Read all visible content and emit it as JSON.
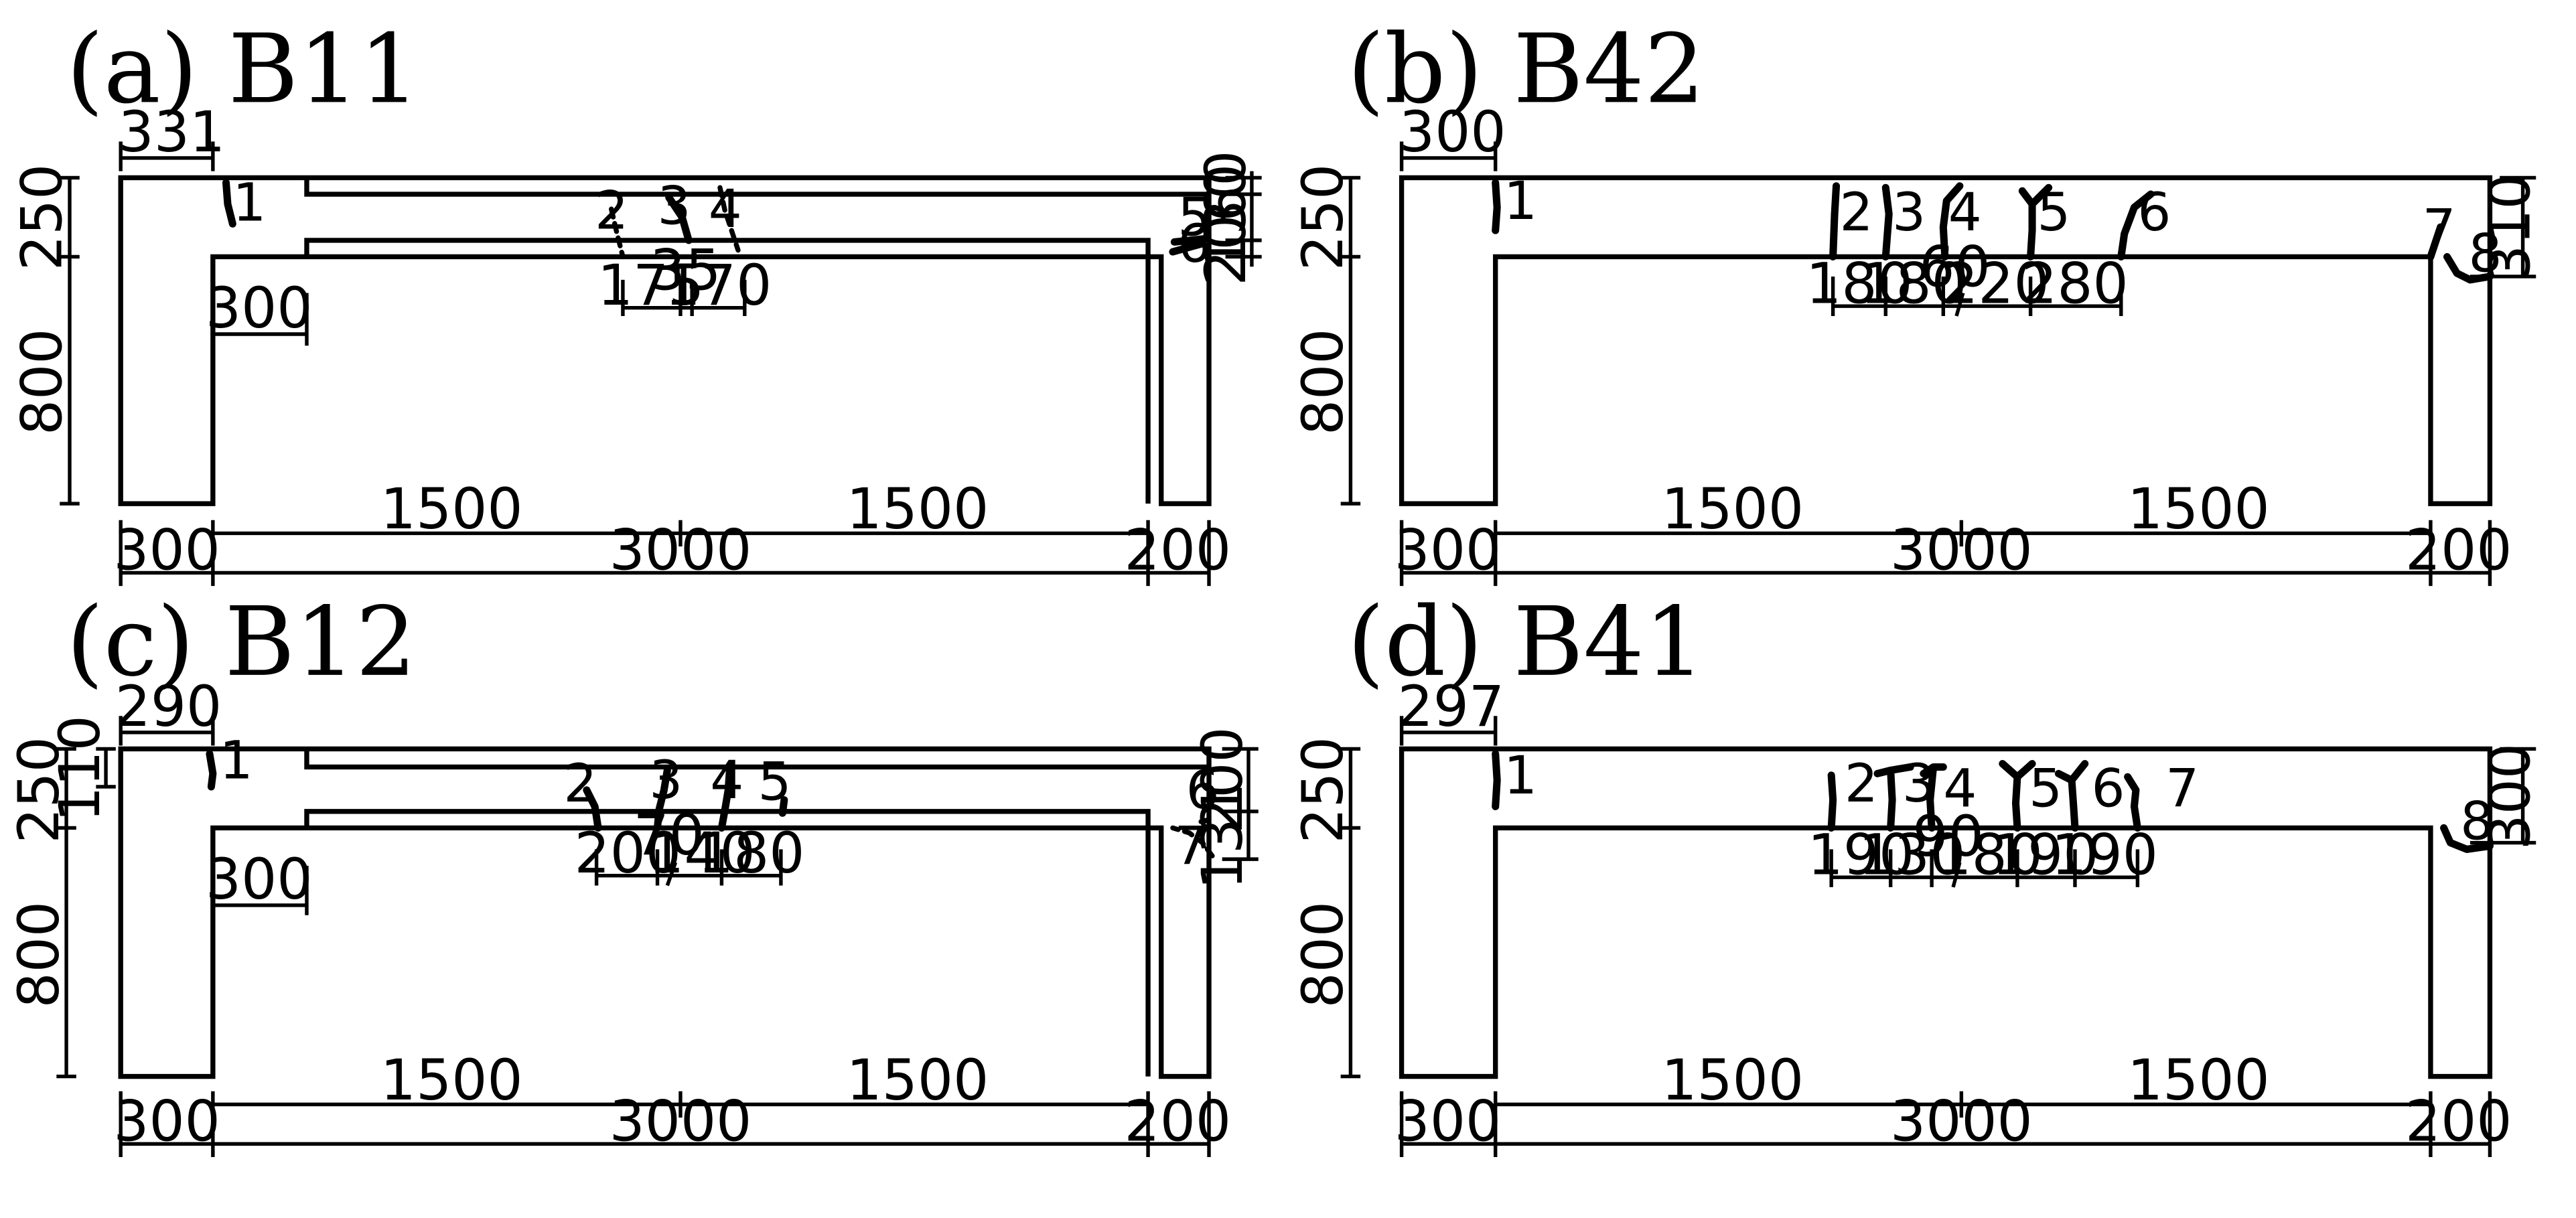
{
  "panels": [
    {
      "id": "a",
      "title": "(a) B11",
      "top_width": "331",
      "left_height_upper": "250",
      "left_height_lower": "800",
      "inner_offset": "300",
      "span_half_left": "1500",
      "span_half_right": "1500",
      "bottom_left": "300",
      "bottom_mid": "3000",
      "bottom_right": "200",
      "right_dims": [
        "60",
        "130",
        "20"
      ],
      "crack_spacings": [
        "175",
        "35",
        "170"
      ],
      "crack_labels": [
        "1",
        "2",
        "3",
        "4",
        "5",
        "6"
      ]
    },
    {
      "id": "b",
      "title": "(b) B42",
      "top_width": "300",
      "left_height_upper": "250",
      "left_height_lower": "800",
      "span_half_left": "1500",
      "span_half_right": "1500",
      "bottom_left": "300",
      "bottom_mid": "3000",
      "bottom_right": "200",
      "right_dims": [
        "310"
      ],
      "crack_spacings": [
        "180",
        "180",
        "60",
        "220",
        "280"
      ],
      "crack_labels": [
        "1",
        "2",
        "3",
        "4",
        "5",
        "6",
        "7",
        "8"
      ]
    },
    {
      "id": "c",
      "title": "(c) B12",
      "top_width": "290",
      "left_height_upper": "250",
      "left_height_small": "110",
      "left_height_lower": "800",
      "inner_offset": "300",
      "span_half_left": "1500",
      "span_half_right": "1500",
      "bottom_left": "300",
      "bottom_mid": "3000",
      "bottom_right": "200",
      "right_dims": [
        "200",
        "131"
      ],
      "crack_spacings": [
        "200",
        "70",
        "140",
        "180"
      ],
      "crack_labels": [
        "1",
        "2",
        "3",
        "4",
        "5",
        "6",
        "7"
      ]
    },
    {
      "id": "d",
      "title": "(d) B41",
      "top_width": "297",
      "left_height_upper": "250",
      "left_height_lower": "800",
      "span_half_left": "1500",
      "span_half_right": "1500",
      "bottom_left": "300",
      "bottom_mid": "3000",
      "bottom_right": "200",
      "right_dims": [
        "300"
      ],
      "crack_spacings": [
        "190",
        "130",
        "90",
        "180",
        "190",
        "190"
      ],
      "crack_labels": [
        "1",
        "2",
        "3",
        "4",
        "5",
        "6",
        "7",
        "8"
      ]
    }
  ]
}
